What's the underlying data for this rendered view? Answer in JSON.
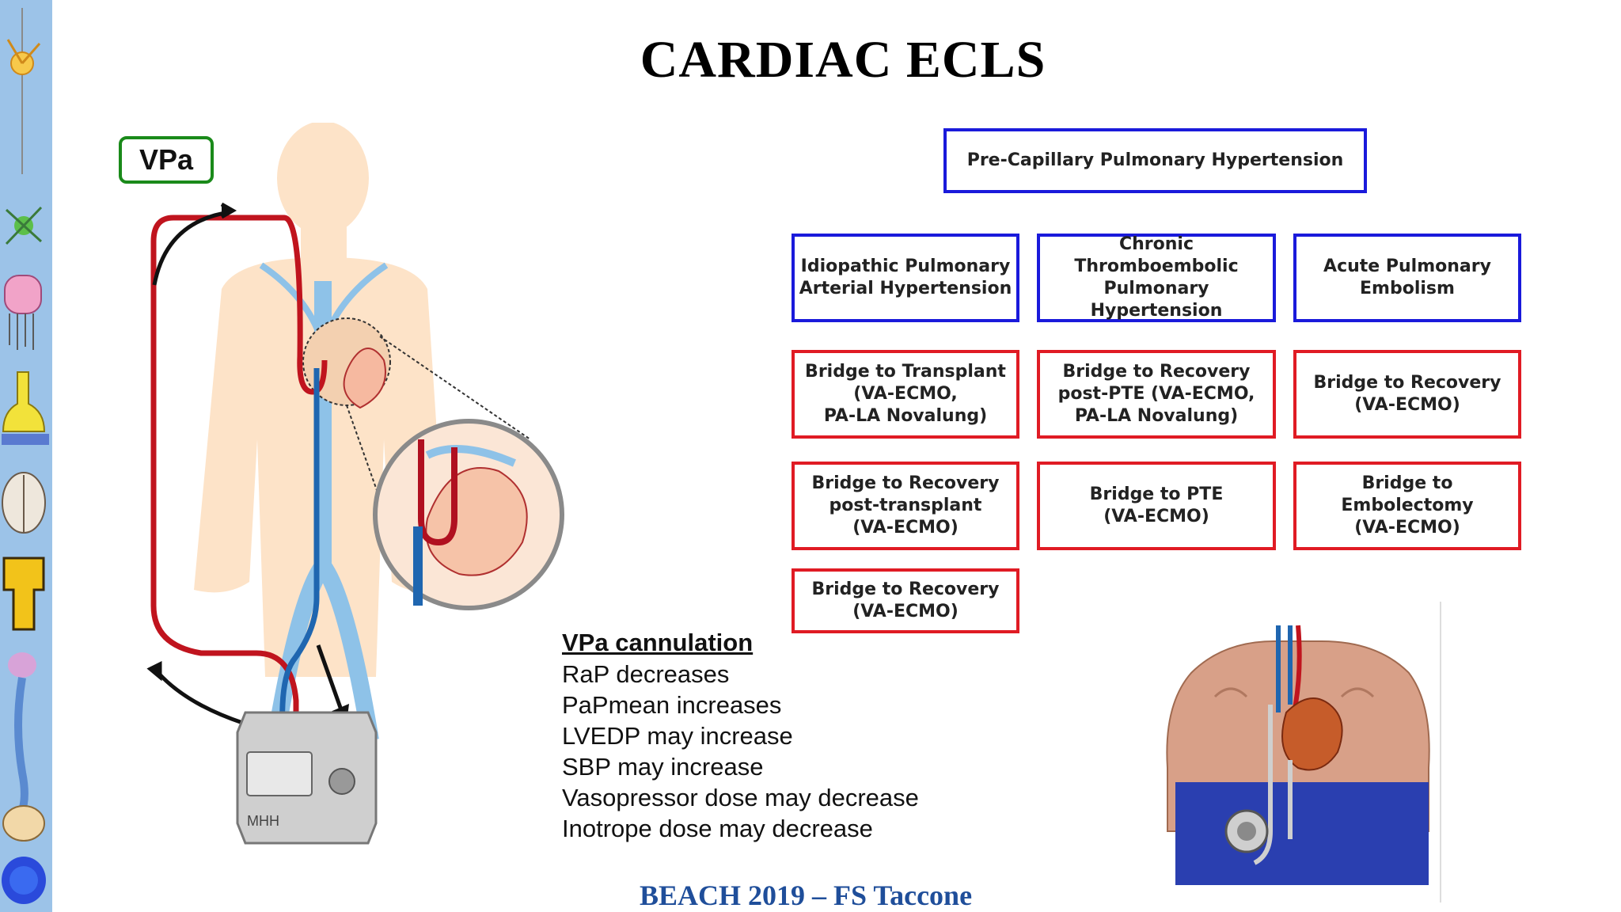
{
  "title": "CARDIAC ECLS",
  "tag": "VPa",
  "flowchart": {
    "top": "Pre-Capillary Pulmonary Hypertension",
    "categories": [
      "Idiopathic Pulmonary\nArterial Hypertension",
      "Chronic\nThromboembolic\nPulmonary Hypertension",
      "Acute Pulmonary\nEmbolism"
    ],
    "row1": [
      "Bridge to Transplant\n(VA-ECMO,\nPA-LA Novalung)",
      "Bridge to Recovery\npost-PTE (VA-ECMO,\nPA-LA Novalung)",
      "Bridge to Recovery\n(VA-ECMO)"
    ],
    "row2": [
      "Bridge to Recovery\npost-transplant\n(VA-ECMO)",
      "Bridge to PTE\n(VA-ECMO)",
      "Bridge to Embolectomy\n(VA-ECMO)"
    ],
    "row3": [
      "Bridge to Recovery\n(VA-ECMO)"
    ]
  },
  "notes": {
    "heading": "VPa cannulation",
    "lines": [
      "RaP decreases",
      "PaPmean increases",
      "LVEDP may increase",
      "SBP may increase",
      "Vasopressor dose may decrease",
      "Inotrope dose may decrease"
    ]
  },
  "footer": "BEACH 2019 – FS Taccone",
  "device_label": "MHH",
  "colors": {
    "sidebar": "#9cc3e8",
    "blue_border": "#1a1adb",
    "red_border": "#e01b24",
    "green_tag": "#1a8a1a",
    "footer_text": "#1f4e9a",
    "arterial": "#c0141e",
    "venous": "#1f66b0",
    "body": "#fde3c8"
  },
  "icons": [
    "neuron-icon",
    "astrocyte-icon",
    "jellyfish-icon",
    "synapse-icon",
    "brain-top-icon",
    "brainstem-icon",
    "spine-icon",
    "cerebellum-icon",
    "brain-blue-icon"
  ]
}
